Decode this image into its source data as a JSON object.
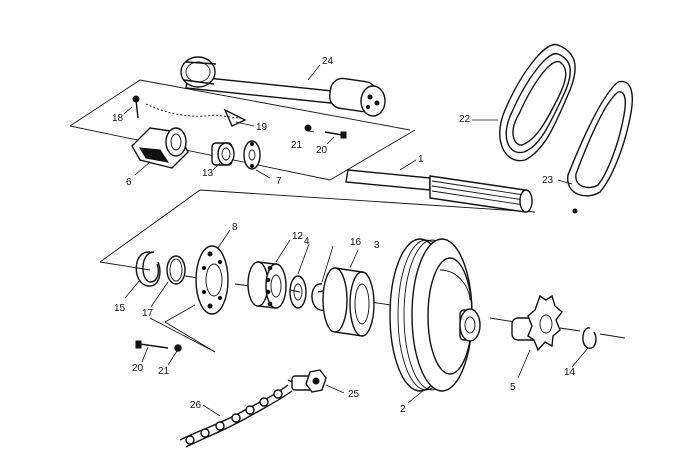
{
  "callouts": {
    "n1": "1",
    "n2": "2",
    "n3": "3",
    "n4": "4",
    "n5": "5",
    "n6": "6",
    "n7": "7",
    "n8": "8",
    "n12": "12",
    "n13": "13",
    "n14": "14",
    "n15": "15",
    "n16": "16",
    "n17": "17",
    "n18": "18",
    "n19": "19",
    "n20a": "20",
    "n20b": "20",
    "n21a": "21",
    "n21b": "21",
    "n22": "22",
    "n23": "23",
    "n24": "24",
    "n25": "25",
    "n26": "26"
  },
  "colors": {
    "ink": "#111111",
    "paper": "#ffffff"
  }
}
